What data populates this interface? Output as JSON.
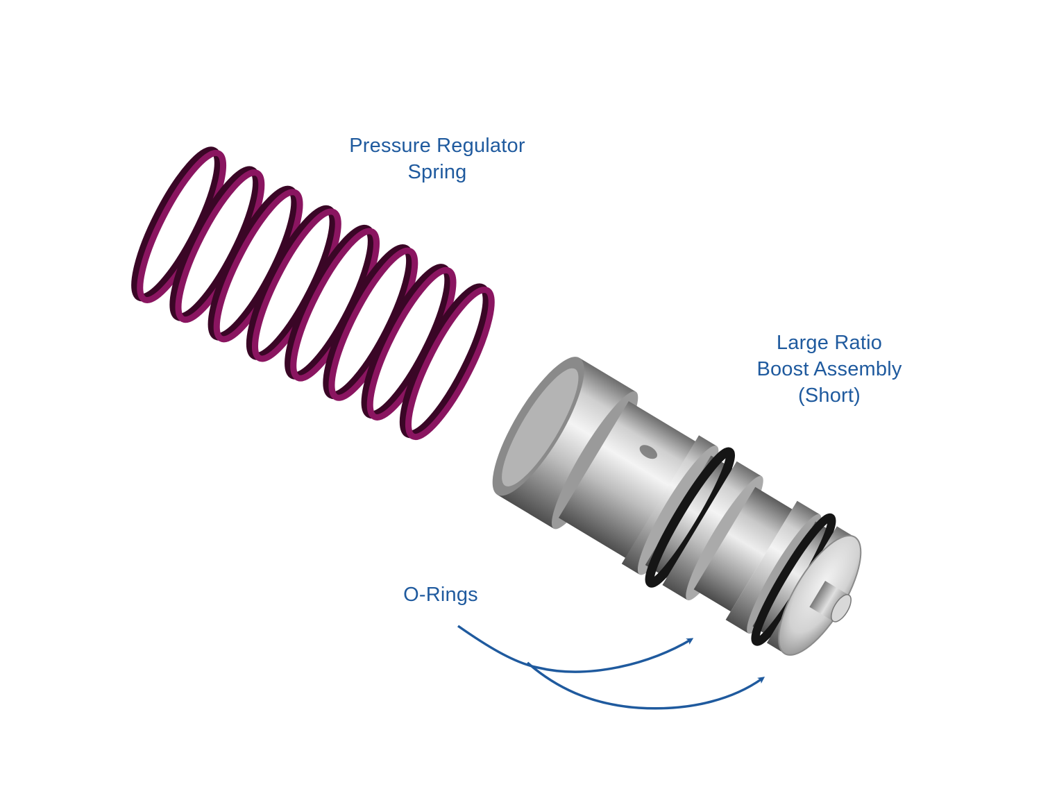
{
  "labels": {
    "spring": [
      "Pressure Regulator",
      "Spring"
    ],
    "boost_assembly": [
      "Large Ratio",
      "Boost Assembly",
      "(Short)"
    ],
    "o_rings": [
      "O-Rings"
    ]
  },
  "colors": {
    "label_text": "#1f5a9e",
    "arrow": "#1f5a9e",
    "spring": "#8a1560",
    "spring_dark": "#3a0626",
    "metal_light": "#e6e6e6",
    "metal_dark": "#5a5a5a",
    "o_ring": "#151515"
  },
  "icons": {
    "spring": "coil-spring-icon",
    "valve": "valve-assembly-icon",
    "arrow": "curved-arrow-icon"
  }
}
